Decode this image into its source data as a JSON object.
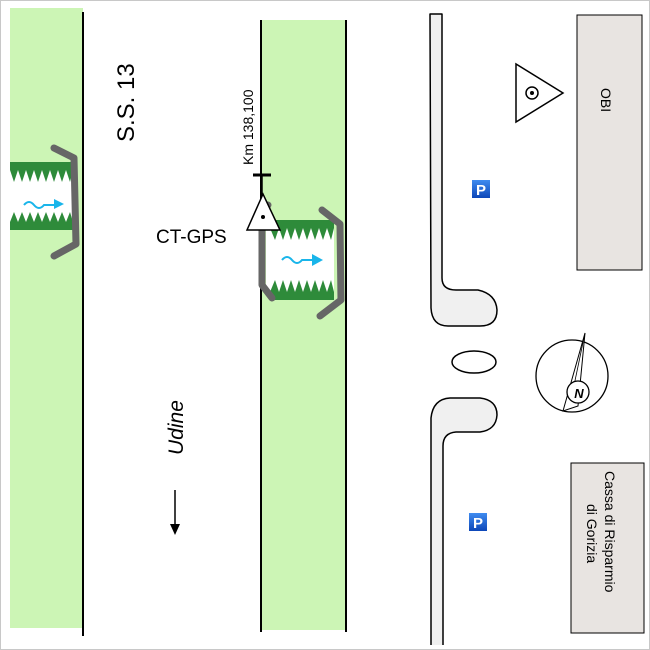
{
  "labels": {
    "road_name": "S.S. 13",
    "km_marker": "Km 138,100",
    "station": "CT-GPS",
    "direction": "Udine",
    "store": "OBI",
    "bank_line1": "Cassa di Risparmio",
    "bank_line2": "di Gorizia",
    "parking": "P",
    "north": "N"
  },
  "icons": {
    "parking": "parking-icon",
    "triangulation": "triangulation-point-icon",
    "north": "north-arrow-icon",
    "direction": "arrow-down-icon",
    "water": "water-flow-icon"
  },
  "colors": {
    "green_strip": "#ccf5b5",
    "building": "#e8e4e1",
    "road_island": "#f0f0f0",
    "culvert": "#666666",
    "grass": "#2e8b3a",
    "water": "#19b5ea",
    "parking_bg": "#1565d8"
  }
}
